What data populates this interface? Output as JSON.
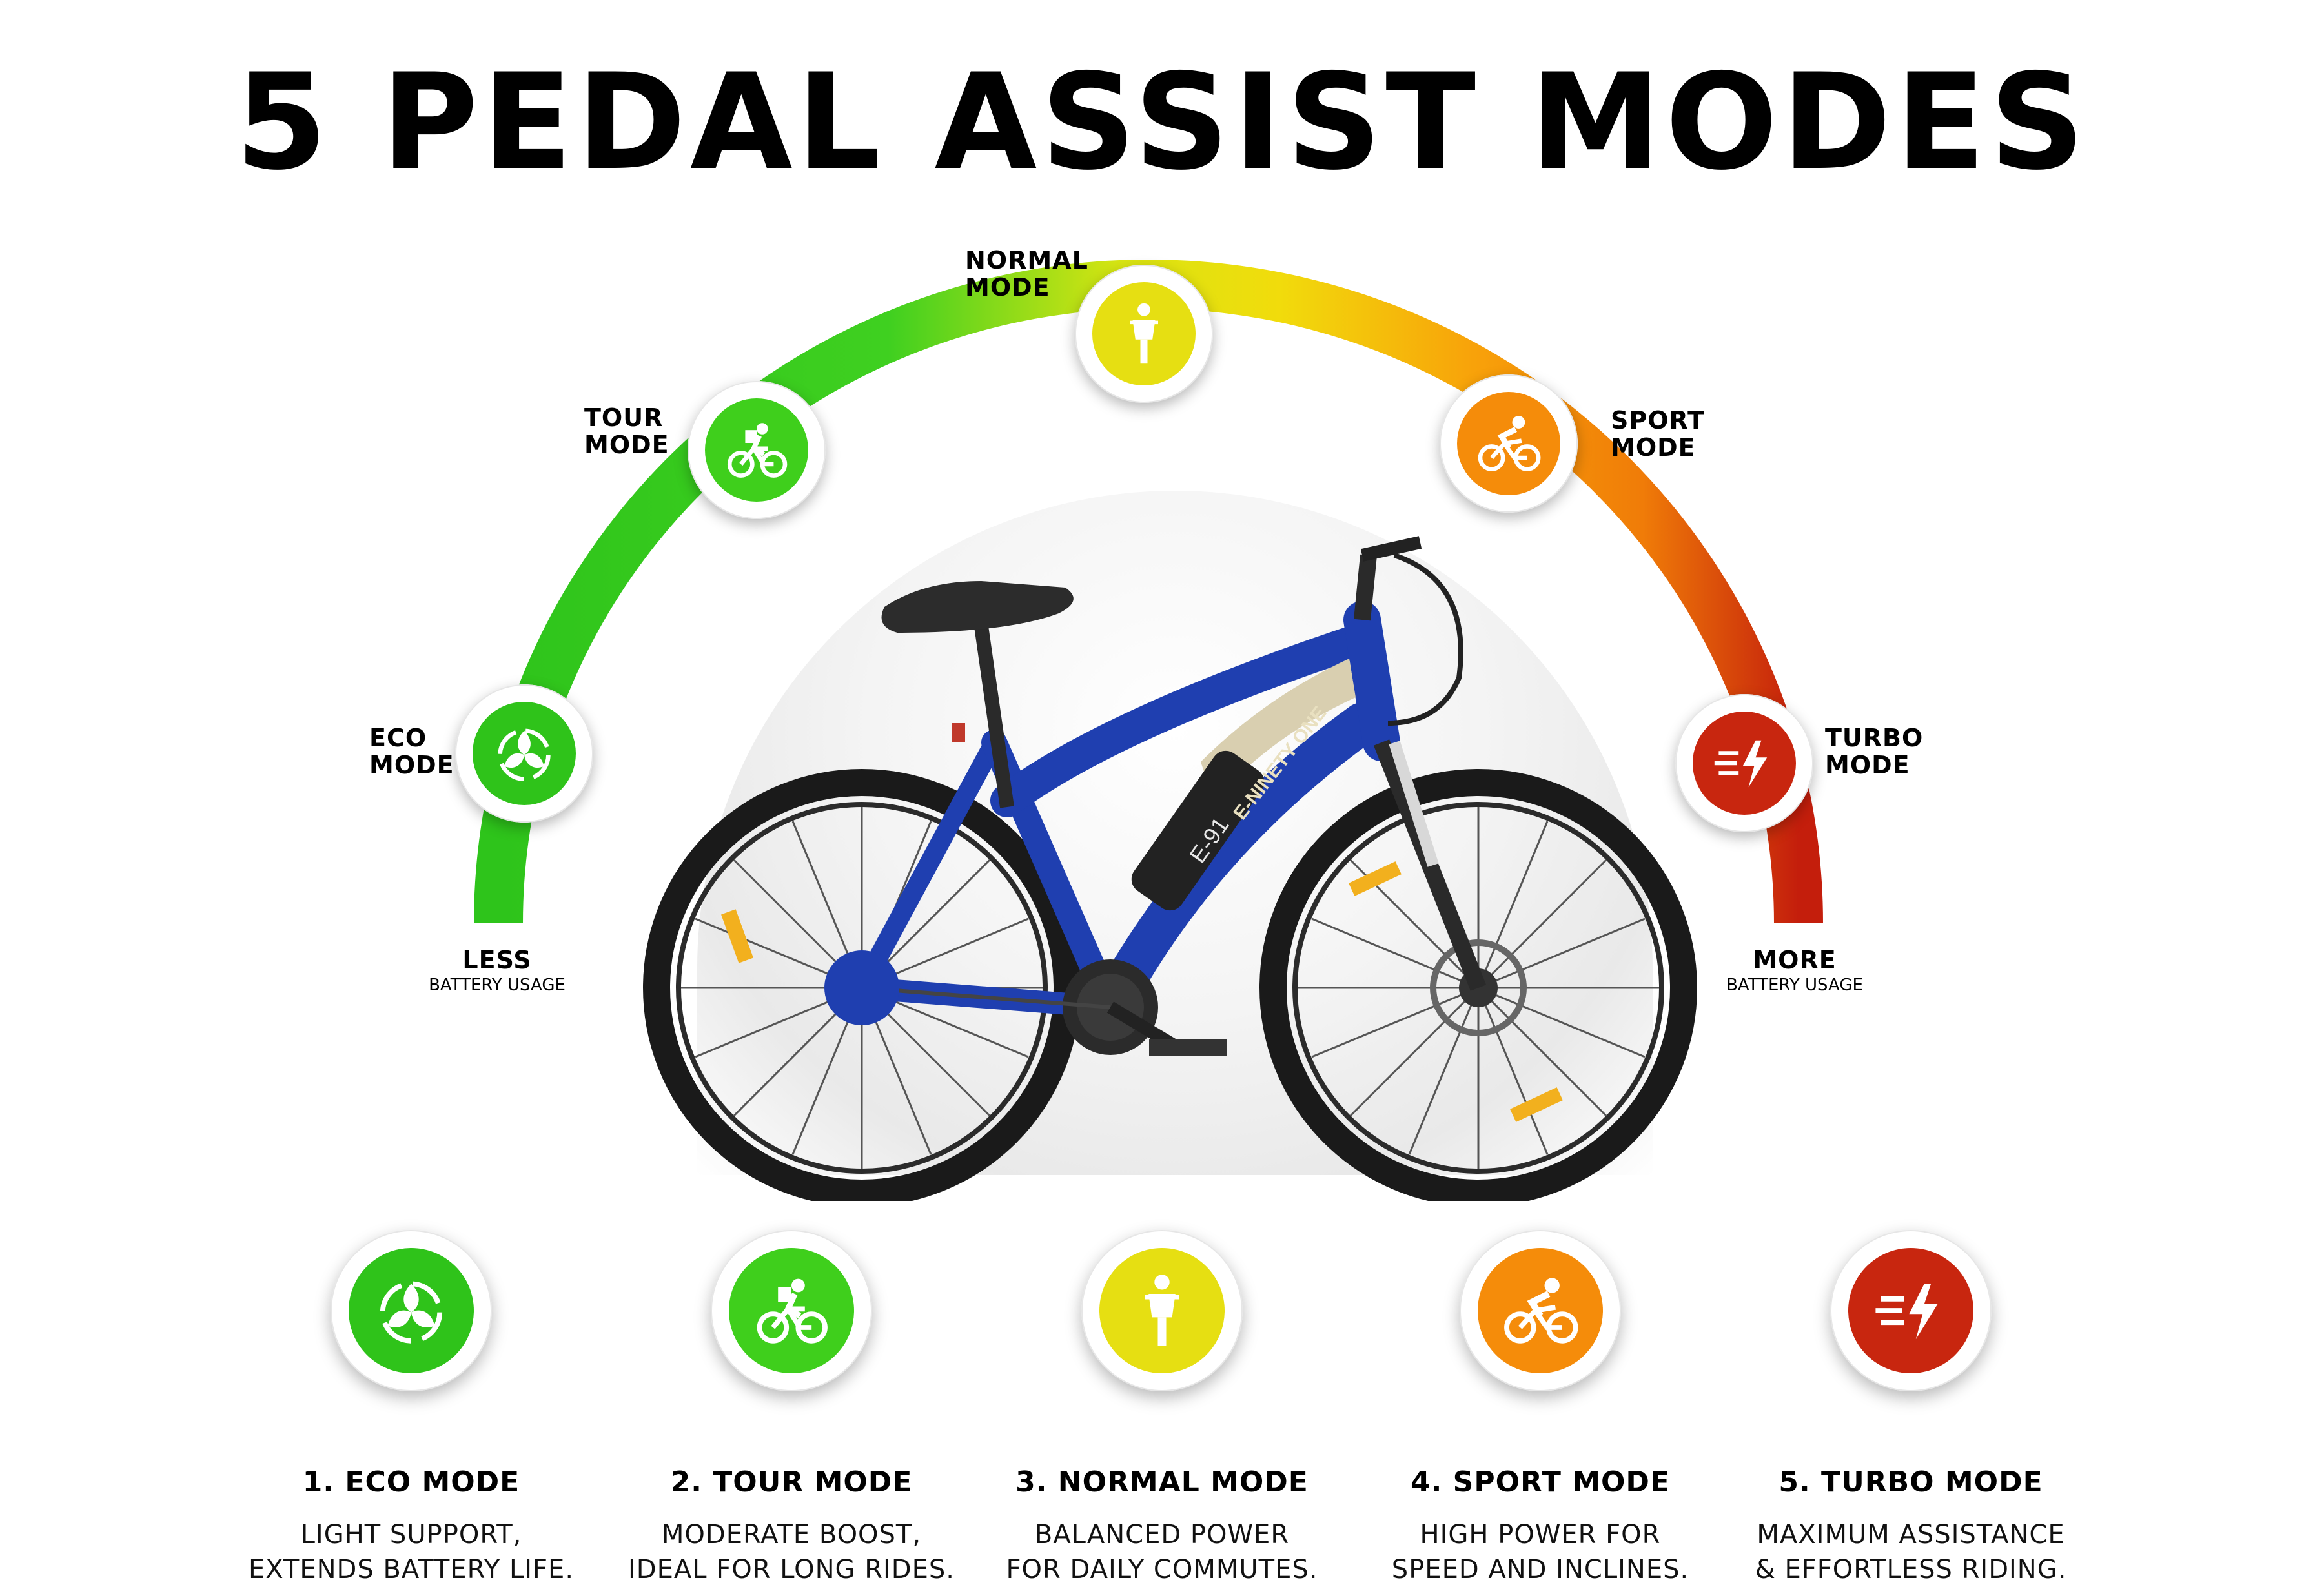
{
  "title": "5 PEDAL ASSIST MODES",
  "scale": {
    "left": {
      "label": "LESS",
      "sub": "BATTERY USAGE"
    },
    "right": {
      "label": "MORE",
      "sub": "BATTERY USAGE"
    }
  },
  "arc_modes": [
    {
      "line1": "ECO",
      "line2": "MODE",
      "color": "#2fc31a",
      "icon": "recycle-leaves-icon"
    },
    {
      "line1": "TOUR",
      "line2": "MODE",
      "color": "#3fcf1c",
      "icon": "cyclist-backpack-icon"
    },
    {
      "line1": "NORMAL",
      "line2": "MODE",
      "color": "#e6df12",
      "icon": "rider-front-icon"
    },
    {
      "line1": "SPORT",
      "line2": "MODE",
      "color": "#f58c0a",
      "icon": "sport-cyclist-icon"
    },
    {
      "line1": "TURBO",
      "line2": "MODE",
      "color": "#c8260f",
      "icon": "speed-bolt-icon"
    }
  ],
  "modes": [
    {
      "title": "1. ECO MODE",
      "desc1": "LIGHT SUPPORT,",
      "desc2": "EXTENDS BATTERY LIFE."
    },
    {
      "title": "2. TOUR MODE",
      "desc1": "MODERATE BOOST,",
      "desc2": "IDEAL FOR LONG RIDES."
    },
    {
      "title": "3. NORMAL MODE",
      "desc1": "BALANCED POWER",
      "desc2": "FOR DAILY COMMUTES."
    },
    {
      "title": "4. SPORT MODE",
      "desc1": "HIGH POWER FOR",
      "desc2": "SPEED AND INCLINES."
    },
    {
      "title": "5. TURBO MODE",
      "desc1": "MAXIMUM ASSISTANCE",
      "desc2": "& EFFORTLESS RIDING."
    }
  ],
  "bike": {
    "brand_text": "E-NINETY ONE",
    "battery_text": "E-91",
    "frame_color": "#1f3fb0"
  }
}
